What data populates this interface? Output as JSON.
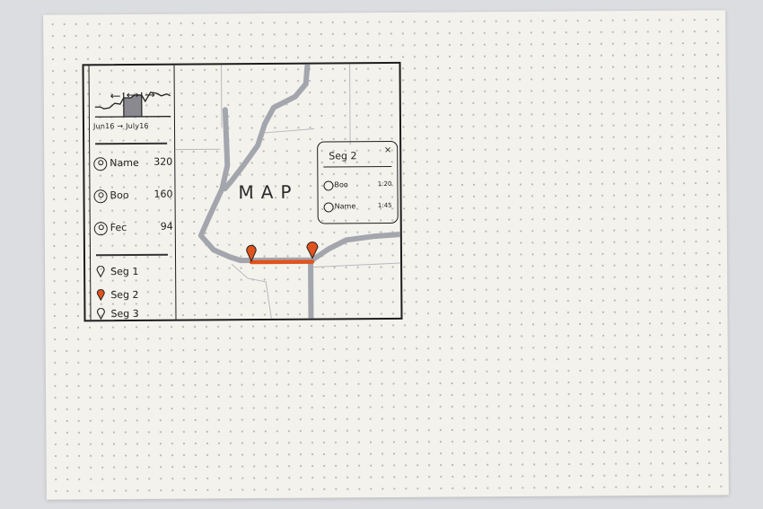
{
  "sidebar": {
    "chart": {
      "range_label": "Jun16 → July16"
    },
    "users": [
      {
        "name": "Name",
        "count": "320"
      },
      {
        "name": "Boo",
        "count": "160"
      },
      {
        "name": "Fec",
        "count": "94"
      }
    ],
    "segments": [
      {
        "label": "Seg 1",
        "active": false
      },
      {
        "label": "Seg 2",
        "active": true
      },
      {
        "label": "Seg 3",
        "active": false
      }
    ]
  },
  "map": {
    "title": "MAP",
    "popup": {
      "title": "Seg 2",
      "close_label": "×",
      "rows": [
        {
          "name": "Boo",
          "time": "1:20"
        },
        {
          "name": "Name",
          "time": "1:45"
        }
      ]
    }
  },
  "colors": {
    "ink": "#1c1c1c",
    "road": "#a4a6ae",
    "highlight": "#e0531e",
    "paper": "#f3f2ec",
    "chart_fill": "#8b8990"
  }
}
